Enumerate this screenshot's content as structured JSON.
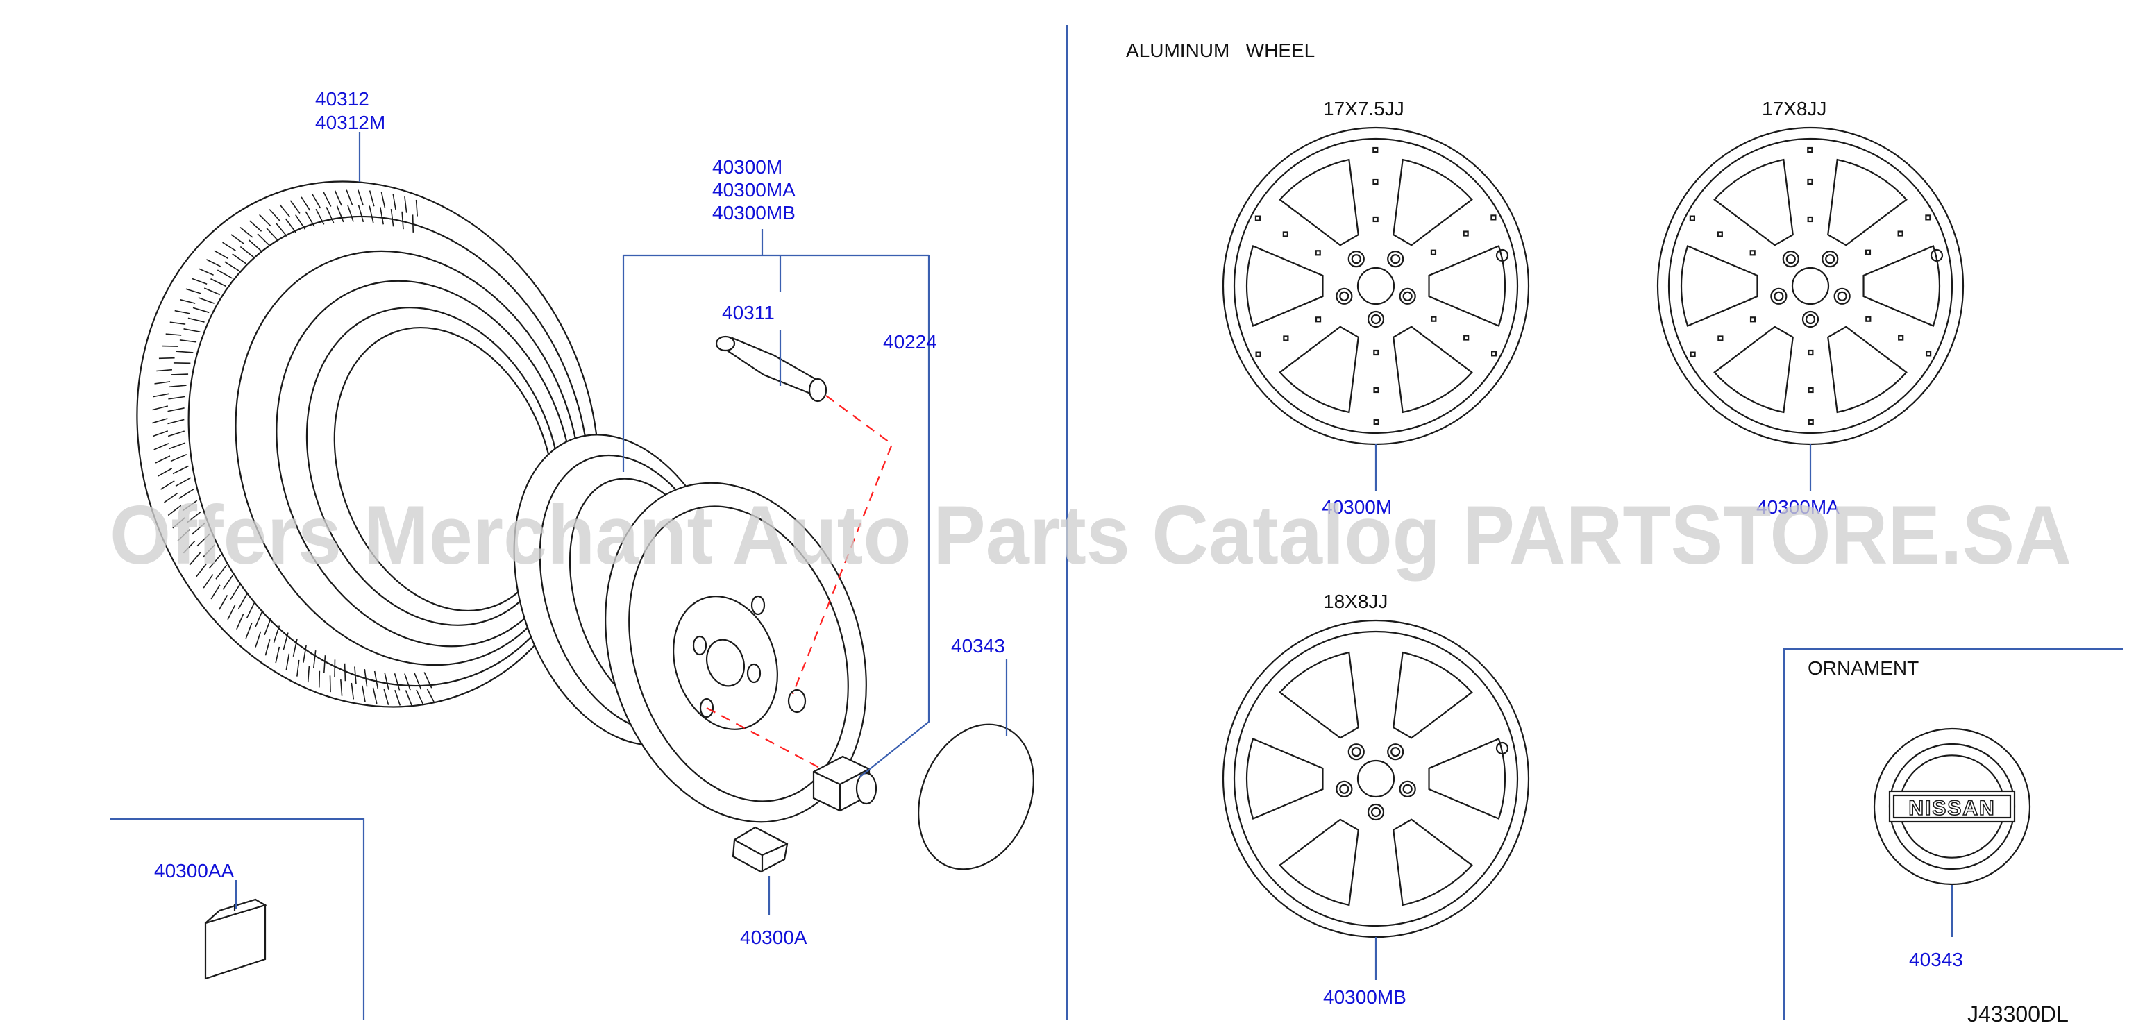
{
  "labels": {
    "tire": [
      "40312",
      "40312M"
    ],
    "wheel_assembly": [
      "40300M",
      "40300MA",
      "40300MB"
    ],
    "valve": "40311",
    "nut": "40224",
    "cap": "40343",
    "balance_weight_clip": "40300A",
    "balance_weight": "40300AA"
  },
  "aluminum_wheel": {
    "title": "ALUMINUM   WHEEL",
    "wheels": [
      {
        "size": "17X7.5JJ",
        "part": "40300M"
      },
      {
        "size": "17X8JJ",
        "part": "40300MA"
      },
      {
        "size": "18X8JJ",
        "part": "40300MB"
      }
    ]
  },
  "ornament": {
    "title": "ORNAMENT",
    "brand": "NISSAN",
    "part": "40343"
  },
  "diagram_code": "J43300DL",
  "watermark": "Offers Merchant Auto Parts Catalog PARTSTORE.SA",
  "colors": {
    "label": "#1010d8",
    "leader": "#3a5fb0",
    "dash": "#ff2020",
    "line": "#1a1a1a"
  }
}
